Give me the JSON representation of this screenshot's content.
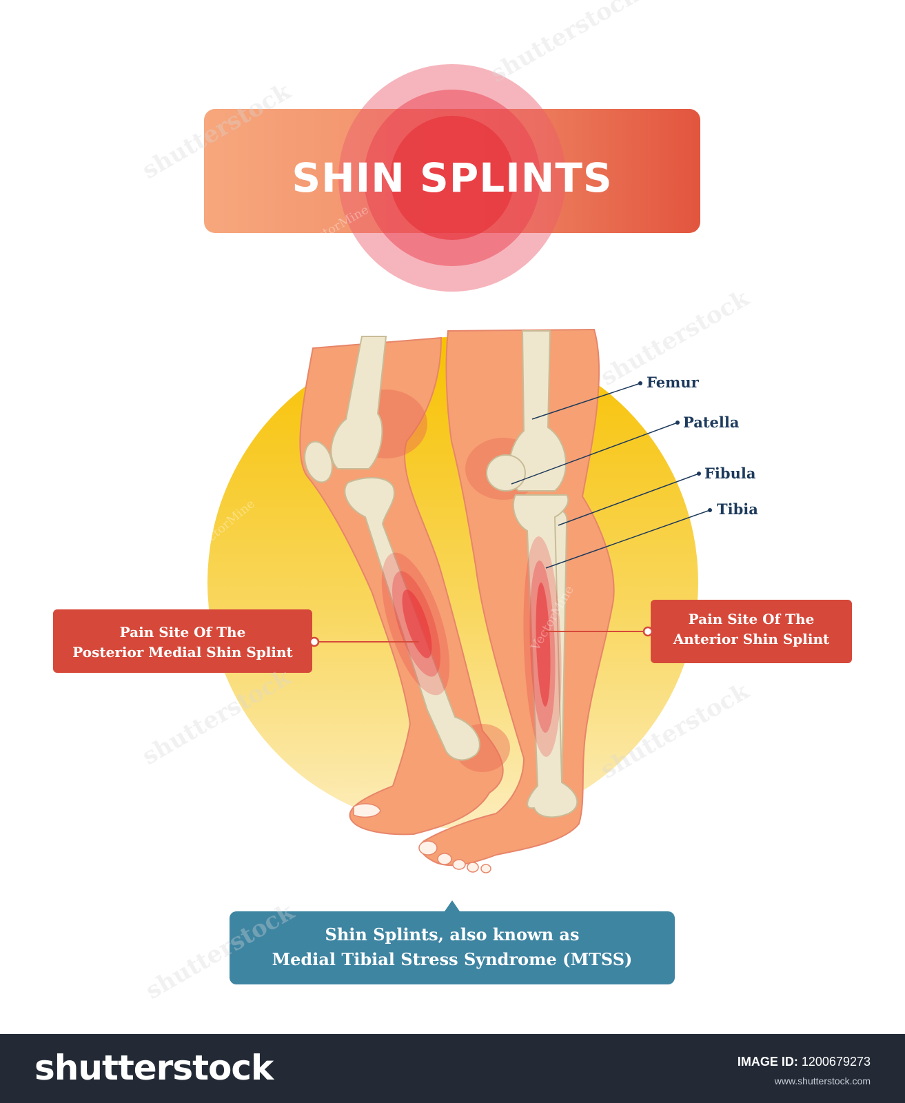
{
  "title": "SHIN SPLINTS",
  "bones": {
    "femur": "Femur",
    "patella": "Patella",
    "fibula": "Fibula",
    "tibia": "Tibia"
  },
  "pain_sites": {
    "posterior": [
      "Pain Site Of The",
      "Posterior Medial Shin Splint"
    ],
    "anterior": [
      "Pain Site Of The",
      "Anterior Shin Splint"
    ]
  },
  "info_box": [
    "Shin Splints, also known as",
    "Medial Tibial Stress Syndrome (MTSS)"
  ],
  "watermarks": [
    "VectorMine",
    "shutterstock"
  ],
  "footer": {
    "logo": "shutterstock",
    "image_id_label": "IMAGE ID:",
    "image_id": "1200679273",
    "url": "www.shutterstock.com"
  },
  "colors": {
    "title_box": "#e8664b",
    "pain_box": "#d6493a",
    "info_box": "#3e85a2",
    "label_text": "#1d3a5c",
    "skin": "#f6a074",
    "bone": "#efe7cd",
    "pain": "#e8343a",
    "sun": "#f7c500"
  }
}
